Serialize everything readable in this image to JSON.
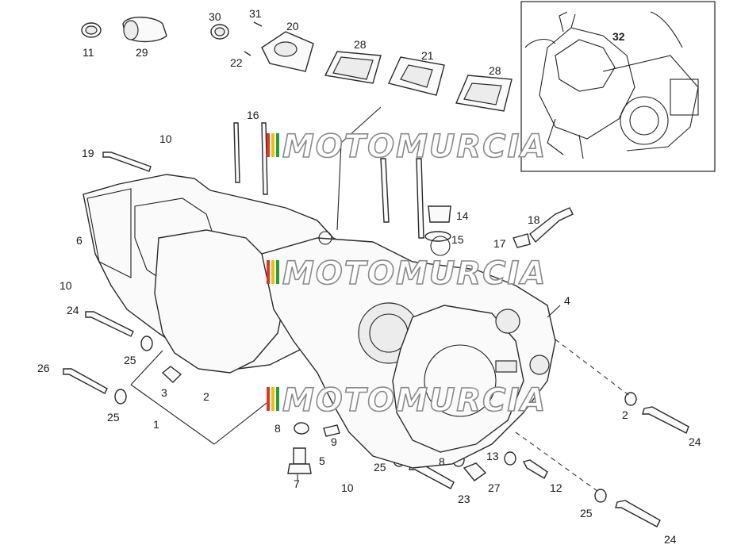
{
  "watermark": "MOTOMURCIA",
  "callouts": [
    "11",
    "29",
    "30",
    "31",
    "20",
    "22",
    "28",
    "21",
    "28",
    "16",
    "10",
    "19",
    "6",
    "14",
    "15",
    "18",
    "17",
    "10",
    "4",
    "24",
    "25",
    "26",
    "25",
    "3",
    "2",
    "1",
    "8",
    "9",
    "5",
    "7",
    "10",
    "25",
    "23",
    "8",
    "27",
    "13",
    "12",
    "25",
    "2",
    "24",
    "24",
    "32"
  ],
  "colors": {
    "stroke": "#2a2a2a",
    "watermark_stripes": [
      "#d33",
      "#e9c200",
      "#2a9d3a"
    ]
  }
}
